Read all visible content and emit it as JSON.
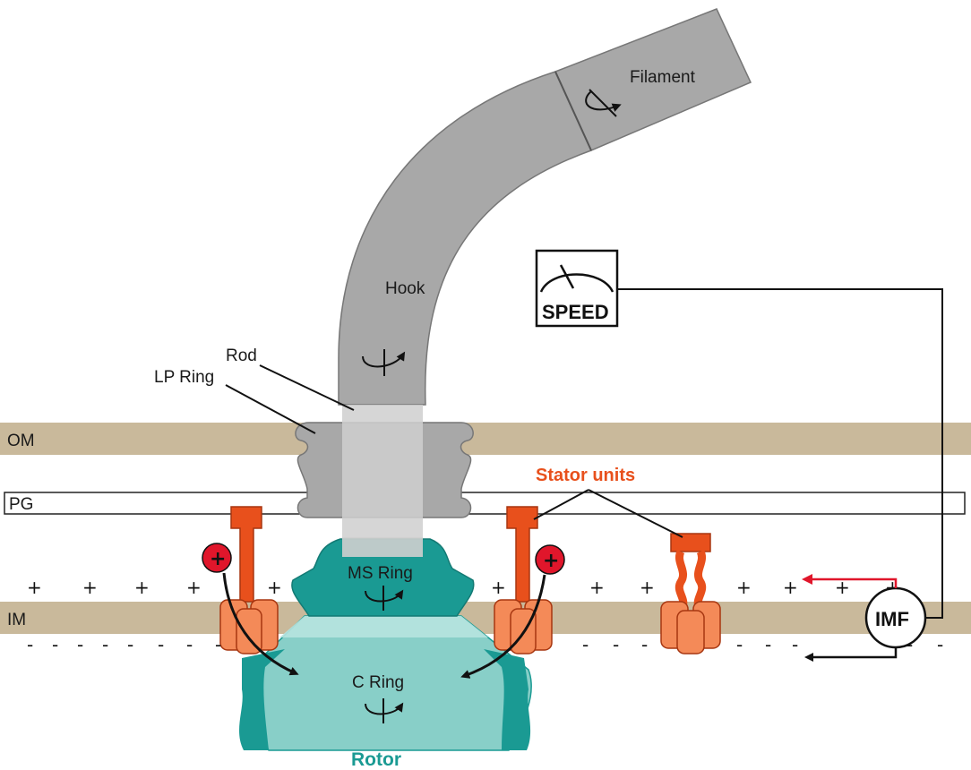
{
  "labels": {
    "filament": "Filament",
    "hook": "Hook",
    "rod": "Rod",
    "lp_ring": "LP Ring",
    "om": "OM",
    "pg": "PG",
    "im": "IM",
    "ms_ring": "MS Ring",
    "c_ring": "C Ring",
    "rotor": "Rotor",
    "stator_units": "Stator units",
    "speed": "SPEED",
    "imf": "IMF",
    "plus": "+",
    "minus": "-",
    "proton": "+"
  },
  "colors": {
    "membrane": "#c9b99b",
    "hook_filament": "#a8a8a8",
    "rod": "#cfcfcf",
    "ms_ring": "#1a9a93",
    "c_ring": "#88cfc8",
    "stator_dark": "#e8501c",
    "stator_light": "#f48a58",
    "proton": "#e0162b",
    "rotor_label": "#1a9a93",
    "stator_label": "#e8501c",
    "arrow_red": "#e0162b"
  }
}
